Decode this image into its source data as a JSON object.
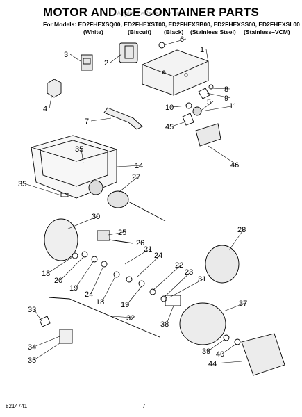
{
  "header": {
    "title": "MOTOR AND ICE CONTAINER PARTS",
    "watermark": "AppliancePartsPros.com",
    "models_line": "For Models: ED2FHEXSQ00, ED2FHEXST00, ED2FHEXSB00, ED2FHEXSS00, ED2FHEXSL00",
    "variants": [
      "(White)",
      "(Biscuit)",
      "(Black)",
      "(Stainless Steel)",
      "(Stainless–VCM)"
    ]
  },
  "callouts": [
    "1",
    "2",
    "3",
    "4",
    "5",
    "6",
    "7",
    "8",
    "9",
    "10",
    "11",
    "45",
    "46",
    "14",
    "35",
    "27",
    "35",
    "30",
    "25",
    "26",
    "28",
    "18",
    "20",
    "19",
    "24",
    "18",
    "21",
    "24",
    "22",
    "23",
    "31",
    "19",
    "37",
    "33",
    "32",
    "38",
    "34",
    "39",
    "40",
    "35",
    "44"
  ],
  "footer": {
    "doc_number": "8214741",
    "page_number": "7"
  }
}
